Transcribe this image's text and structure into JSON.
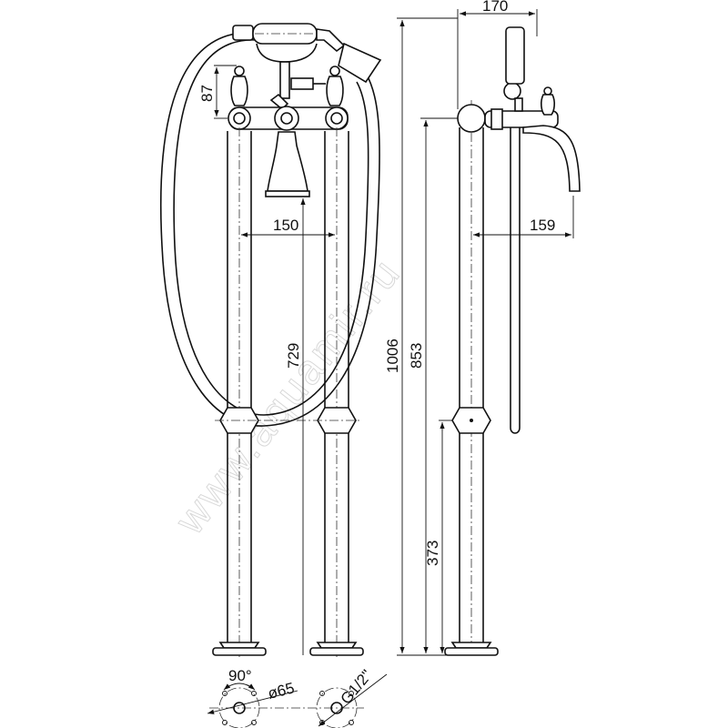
{
  "drawing": {
    "watermark": "www.aquamir.ru",
    "dimensions": {
      "handle_height": "87",
      "pipe_spacing": "150",
      "spout_height": "729",
      "total_height": "1006",
      "body_height": "853",
      "ball_joint_height": "373",
      "top_depth": "170",
      "spout_reach": "159",
      "flange_angle": "90°",
      "flange_diameter": "ø65",
      "thread_size": "G1/2\""
    },
    "line_color": "#111111"
  }
}
